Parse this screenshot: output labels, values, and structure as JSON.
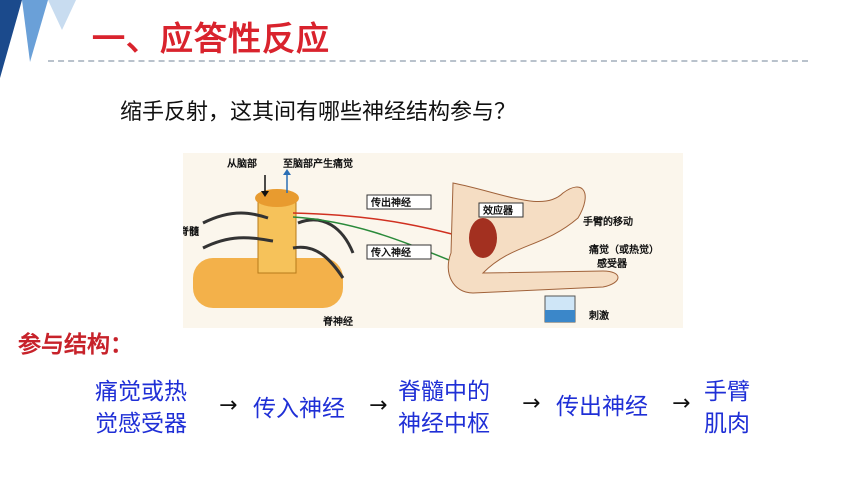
{
  "header": {
    "title": "一、应答性反应"
  },
  "question": "缩手反射，这其间有哪些神经结构参与？",
  "figure": {
    "labels": {
      "from_brain": "从脑部",
      "to_brain": "至脑部产生痛觉",
      "spinal_cord": "脊髓",
      "efferent": "传出神经",
      "effector": "效应器",
      "arm_move": "手臂的移动",
      "afferent": "传入神经",
      "pain_line1": "痛觉（或热觉）",
      "pain_line2": "感受器",
      "spinal_nerve": "脊神经",
      "stimulus": "刺激"
    }
  },
  "structure_label": "参与结构：",
  "pathway": {
    "n1_l1": "痛觉或热",
    "n1_l2": "觉感受器",
    "n2": "传入神经",
    "n3_l1": "脊髓中的",
    "n3_l2": "神经中枢",
    "n4": "传出神经",
    "n5_l1": "手臂",
    "n5_l2": "肌肉",
    "arrow": "→"
  },
  "colors": {
    "title": "#d9232d",
    "node": "#1f2fd6",
    "accent_dark": "#1b4a8c",
    "accent_light": "#6aa0d8"
  }
}
